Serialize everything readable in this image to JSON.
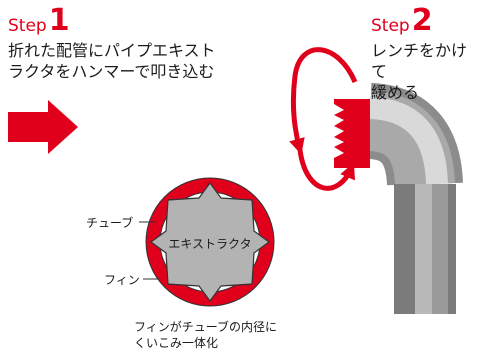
{
  "step1": {
    "word": "Step",
    "number": "1",
    "description": "折れた配管にパイプエキスト\nラクタをハンマーで叩き込む"
  },
  "step2": {
    "word": "Step",
    "number": "2",
    "description": "レンチをかけて\n緩める"
  },
  "cross_section": {
    "center_label": "エキストラクタ",
    "tube_label": "チューブ",
    "fin_label": "フィン",
    "caption": "フィンがチューブの内径に\nくいこみ一体化"
  },
  "colors": {
    "accent_red": "#e1001b",
    "pipe_light": "#d8d8d8",
    "pipe_mid": "#a7a7a7",
    "pipe_dark": "#7d7d7d",
    "extractor_gray": "#b3b3b3"
  }
}
